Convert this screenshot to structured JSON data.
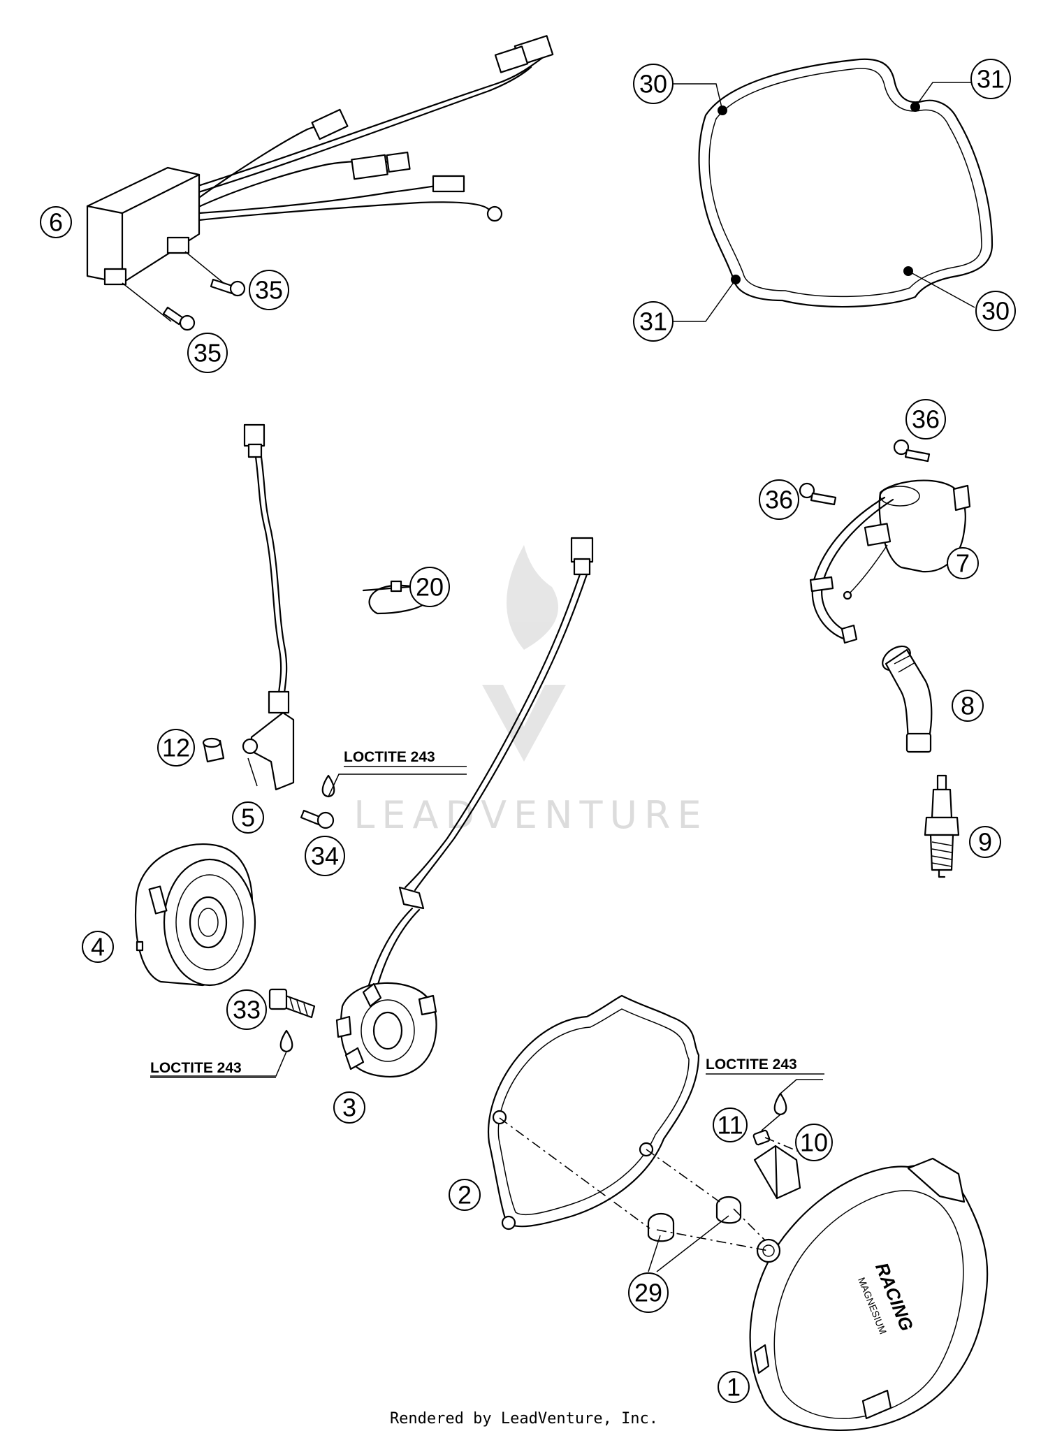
{
  "watermark": "LEADVENTURE",
  "footer": "Rendered by LeadVenture, Inc.",
  "callouts": {
    "c1": "1",
    "c2": "2",
    "c3": "3",
    "c4": "4",
    "c5": "5",
    "c6": "6",
    "c7": "7",
    "c8": "8",
    "c9": "9",
    "c10": "10",
    "c11": "11",
    "c12": "12",
    "c20": "20",
    "c29": "29",
    "c30a": "30",
    "c30b": "30",
    "c31a": "31",
    "c31b": "31",
    "c33": "33",
    "c34": "34",
    "c35a": "35",
    "c35b": "35",
    "c36a": "36",
    "c36b": "36"
  },
  "notes": {
    "loctite_1": "LOCTITE 243",
    "loctite_2": "LOCTITE 243",
    "loctite_3": "LOCTITE 243"
  },
  "cover_logo_text": [
    "RACING",
    "MAGNESIUM"
  ]
}
